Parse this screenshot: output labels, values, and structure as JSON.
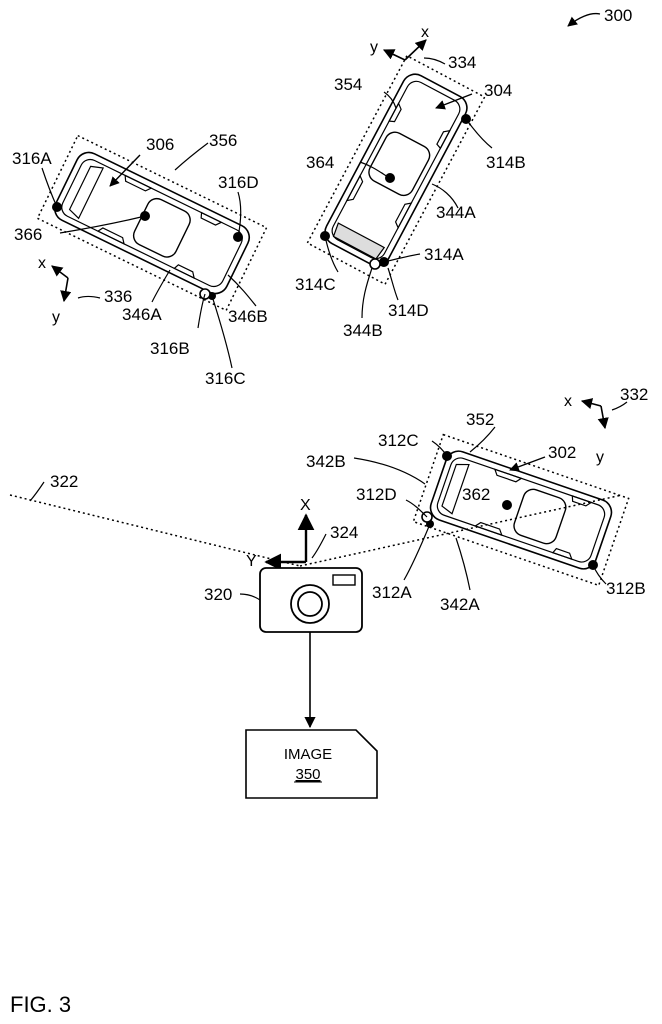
{
  "figure": {
    "caption": "FIG. 3",
    "ref": "300"
  },
  "camera": {
    "ref": "320",
    "frame_ref": "324",
    "axis_x": "X",
    "axis_y": "Y",
    "horizon_ref": "322"
  },
  "image_box": {
    "title": "IMAGE",
    "ref": "350"
  },
  "vehicles": {
    "v302": {
      "ref": "302",
      "box_ref": "352",
      "frame_ref": "332",
      "center_ref": "362",
      "axis_x": "x",
      "axis_y": "y",
      "corner_a": "312A",
      "corner_b": "312B",
      "corner_c": "312C",
      "corner_d": "312D",
      "side_a": "342A",
      "side_b": "342B"
    },
    "v304": {
      "ref": "304",
      "box_ref": "354",
      "frame_ref": "334",
      "center_ref": "364",
      "axis_x": "x",
      "axis_y": "y",
      "corner_a": "314A",
      "corner_b": "314B",
      "corner_c": "314C",
      "corner_d": "314D",
      "side_a": "344A",
      "side_b": "344B"
    },
    "v306": {
      "ref": "306",
      "box_ref": "356",
      "frame_ref": "336",
      "center_ref": "366",
      "axis_x": "x",
      "axis_y": "y",
      "corner_a": "316A",
      "corner_b": "316B",
      "corner_c": "316C",
      "corner_d": "316D",
      "side_a": "346A",
      "side_b": "346B"
    }
  }
}
